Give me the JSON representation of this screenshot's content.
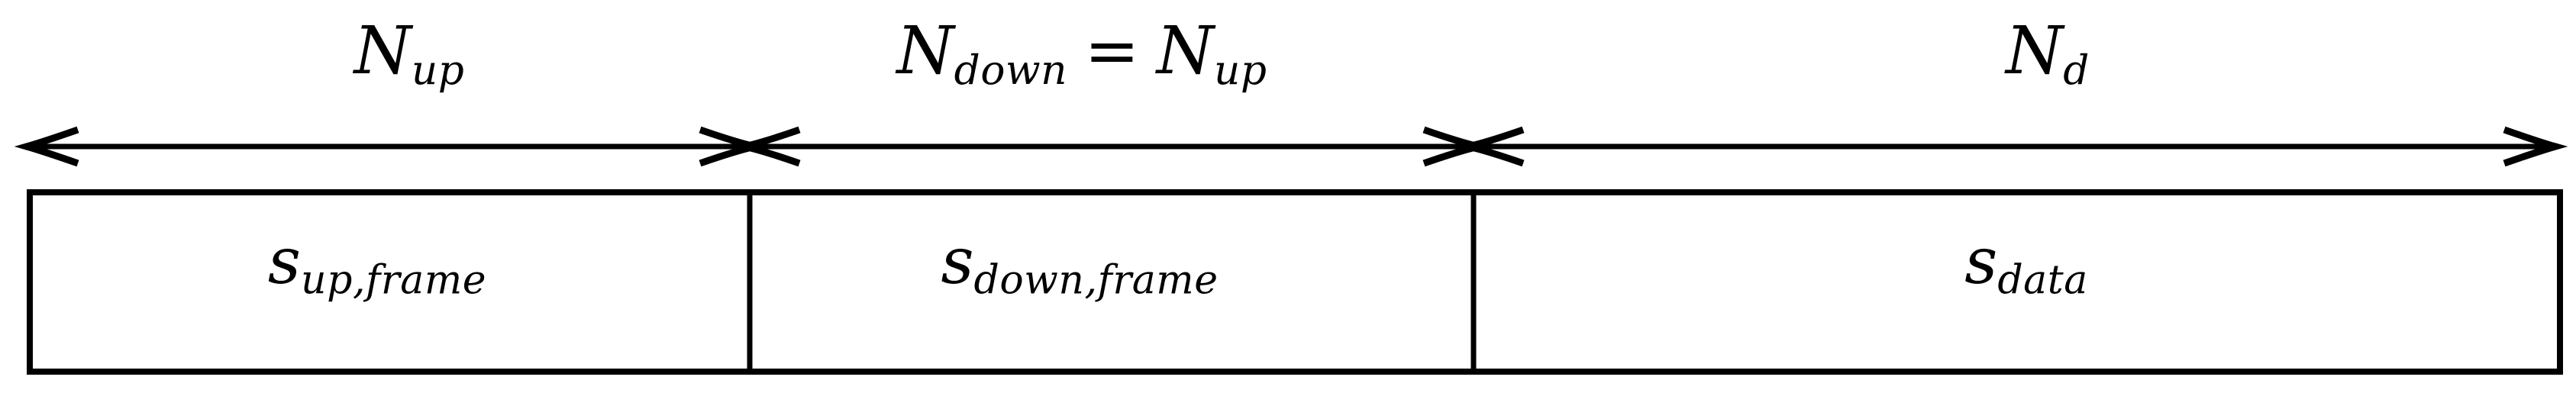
{
  "figure": {
    "title_semantics": "frame structure with three segments and length arrows",
    "colors": {
      "ink": "#000000",
      "background": "#ffffff"
    },
    "top_labels": [
      {
        "base": "N",
        "sub": "up"
      },
      {
        "base": "N",
        "sub": "down",
        "equals": "=",
        "base2": "N",
        "sub2": "up"
      },
      {
        "base": "N",
        "sub": "d"
      }
    ],
    "cells": [
      {
        "base": "s",
        "sub": "up,frame"
      },
      {
        "base": "s",
        "sub": "down,frame"
      },
      {
        "base": "s",
        "sub": "data"
      }
    ]
  }
}
